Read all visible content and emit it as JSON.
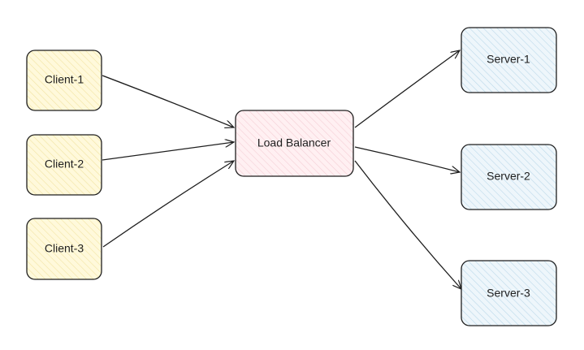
{
  "diagram": {
    "colors": {
      "stroke": "#1e1e1e",
      "client_fill": "#fff9db",
      "client_hatch": "#f2e4a3",
      "balancer_fill": "#fff0f2",
      "balancer_hatch": "#f5cfd6",
      "server_fill": "#eef6fb",
      "server_hatch": "#bcd9ea"
    },
    "nodes": {
      "client_1": {
        "label": "Client-1"
      },
      "client_2": {
        "label": "Client-2"
      },
      "client_3": {
        "label": "Client-3"
      },
      "load_balancer": {
        "label": "Load Balancer"
      },
      "server_1": {
        "label": "Server-1"
      },
      "server_2": {
        "label": "Server-2"
      },
      "server_3": {
        "label": "Server-3"
      }
    }
  }
}
